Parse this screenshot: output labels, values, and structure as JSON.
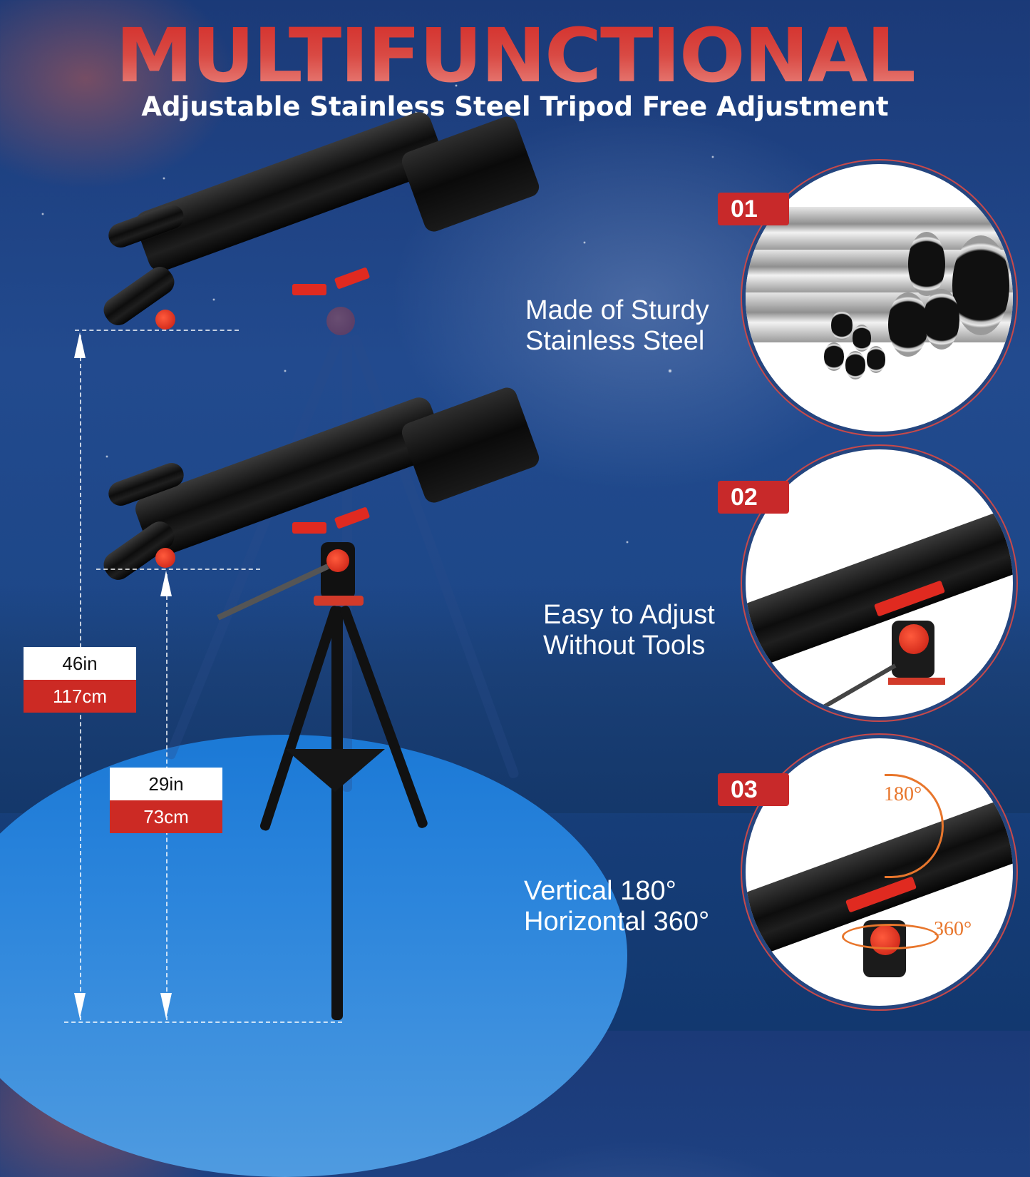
{
  "header": {
    "title": "MULTIFUNCTIONAL",
    "subtitle": "Adjustable Stainless Steel Tripod Free Adjustment"
  },
  "dimensions": {
    "max_height": {
      "in": "46in",
      "cm": "117cm"
    },
    "min_height": {
      "in": "29in",
      "cm": "73cm"
    }
  },
  "features": [
    {
      "number": "01",
      "line1": "Made of Sturdy",
      "line2": "Stainless Steel",
      "image": "stainless-steel-pipes"
    },
    {
      "number": "02",
      "line1": "Easy to Adjust",
      "line2": "Without Tools",
      "image": "telescope-mount-closeup"
    },
    {
      "number": "03",
      "line1": "Vertical 180°",
      "line2": "Horizontal 360°",
      "image": "telescope-rotation-closeup",
      "annotations": {
        "vertical": "180°",
        "horizontal": "360°"
      }
    }
  ],
  "colors": {
    "accent_red": "#c8292a",
    "background_blue": "#1f4a8e",
    "highlight_blue": "#1b79d6",
    "annotation_orange": "#e8762c"
  }
}
